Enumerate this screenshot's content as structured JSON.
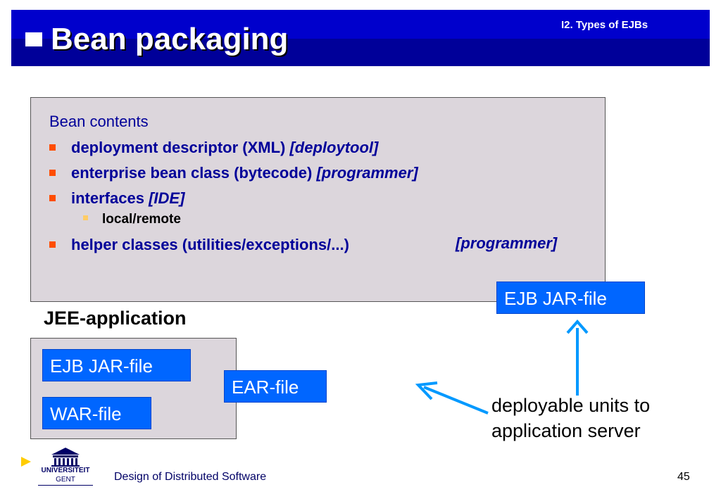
{
  "header": {
    "section": "I2. Types of EJBs",
    "title": "Bean packaging"
  },
  "contents": {
    "heading": "Bean contents",
    "bullets": [
      {
        "text": "deployment descriptor (XML) ",
        "tag": "[deploytool]"
      },
      {
        "text": "enterprise bean class (bytecode) ",
        "tag": "[programmer]"
      },
      {
        "text": "interfaces ",
        "tag": "[IDE]"
      },
      {
        "text": "helper classes (utilities/exceptions/...)",
        "tag": "[programmer]"
      }
    ],
    "sub_bullet": "local/remote"
  },
  "diagram": {
    "ejb_jar_top": "EJB JAR-file",
    "jee_label": "JEE-application",
    "ejb_jar_inner": "EJB JAR-file",
    "war_file": "WAR-file",
    "ear_file": "EAR-file",
    "deploy_line1": "deployable units to",
    "deploy_line2": "application server"
  },
  "footer": {
    "logo_line1": "UNIVERSITEIT",
    "logo_line2": "GENT",
    "course": "Design of Distributed Software",
    "page": "45"
  },
  "colors": {
    "header_dark": "#000099",
    "header_light": "#0000cc",
    "box_fill": "#dcd6dc",
    "file_box": "#0066ff",
    "arrow": "#0099ff",
    "bullet": "#ff4d00"
  }
}
